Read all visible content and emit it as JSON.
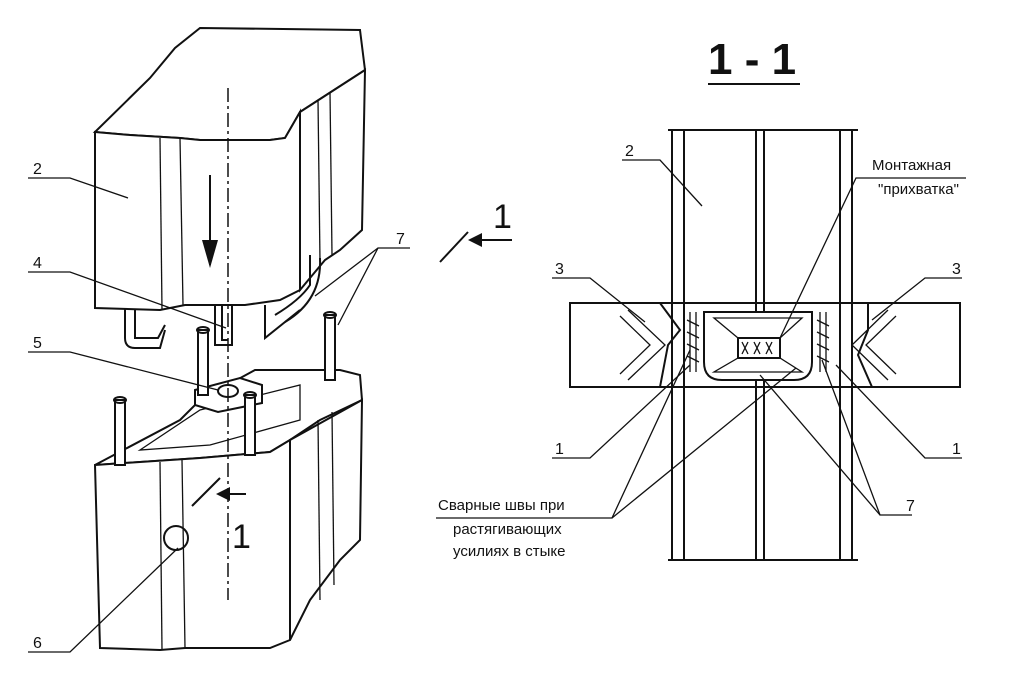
{
  "left_view": {
    "labels": {
      "l2": "2",
      "l4": "4",
      "l5": "5",
      "l6": "6",
      "l7": "7"
    },
    "section_marks": [
      "1",
      "1"
    ]
  },
  "right_view": {
    "title": "1 - 1",
    "labels": {
      "l2": "2",
      "l3_left": "3",
      "l3_right": "3",
      "l1_left": "1",
      "l1_right": "1",
      "l7": "7"
    },
    "note_tack": [
      "Монтажная",
      "\"прихватка\""
    ],
    "note_welds": [
      "Сварные швы при",
      "растягивающих",
      "усилиях в стыке"
    ]
  }
}
